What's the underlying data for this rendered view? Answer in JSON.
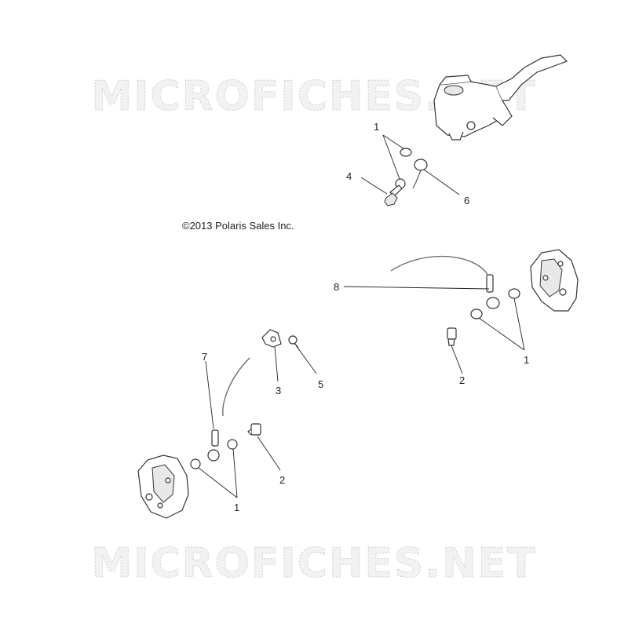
{
  "watermark": {
    "top": "MICROFICHES.NET",
    "bottom": "MICROFICHES.NET"
  },
  "copyright": "©2013 Polaris Sales Inc.",
  "callouts": [
    {
      "id": "1",
      "label": "1"
    },
    {
      "id": "4",
      "label": "4"
    },
    {
      "id": "6",
      "label": "6"
    },
    {
      "id": "8",
      "label": "8"
    },
    {
      "id": "1",
      "label": "1"
    },
    {
      "id": "2",
      "label": "2"
    },
    {
      "id": "7",
      "label": "7"
    },
    {
      "id": "3",
      "label": "3"
    },
    {
      "id": "5",
      "label": "5"
    },
    {
      "id": "2",
      "label": "2"
    },
    {
      "id": "1",
      "label": "1"
    }
  ]
}
